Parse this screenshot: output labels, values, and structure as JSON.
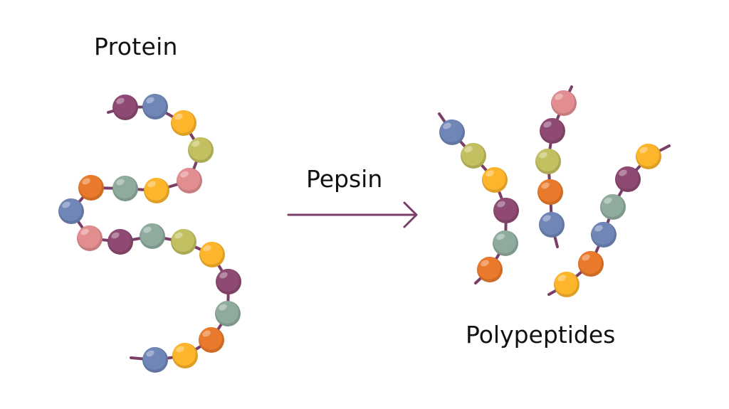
{
  "labels": {
    "protein": "Protein",
    "enzyme": "Pepsin",
    "products": "Polypeptides"
  },
  "colors": {
    "strand": "#7a3f68",
    "arrow": "#7a3f68",
    "purple": "#8e4a72",
    "blue": "#6f86b7",
    "yellow": "#fdb52b",
    "olive": "#c2c060",
    "pink": "#e28e91",
    "teal": "#8fab9e",
    "orange": "#ea7a2b"
  },
  "protein_chain": [
    "purple",
    "blue",
    "yellow",
    "olive",
    "pink",
    "yellow",
    "teal",
    "orange",
    "blue",
    "pink",
    "purple",
    "teal",
    "olive",
    "yellow",
    "purple",
    "teal",
    "orange",
    "yellow",
    "blue"
  ],
  "polypeptides": [
    [
      "blue",
      "olive",
      "yellow",
      "purple",
      "teal",
      "orange"
    ],
    [
      "pink",
      "purple",
      "olive",
      "orange",
      "blue"
    ],
    [
      "yellow",
      "purple",
      "teal",
      "blue",
      "orange",
      "yellow"
    ]
  ]
}
